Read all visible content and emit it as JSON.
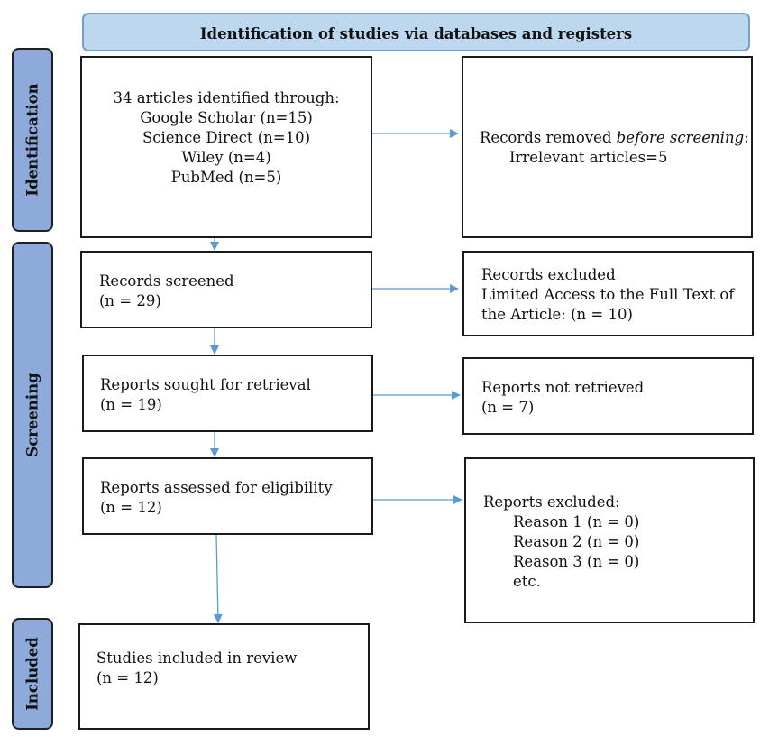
{
  "banner": {
    "title": "Identification of studies via databases and registers"
  },
  "stages": {
    "identification": "Identification",
    "screening": "Screening",
    "included": "Included"
  },
  "identified": {
    "lines": [
      "34 articles identified through:",
      "Google Scholar (n=15)",
      "Science Direct (n=10)",
      "Wiley (n=4)",
      "PubMed (n=5)"
    ]
  },
  "removed": {
    "prefix": "Records removed ",
    "emphasis": "before screening",
    "suffix": ":",
    "detail": "Irrelevant articles=5"
  },
  "screened": {
    "label": "Records screened",
    "count": "(n = 29)"
  },
  "excluded": {
    "lines": [
      "Records excluded",
      "Limited Access to the Full Text of",
      "the Article: (n = 10)"
    ]
  },
  "sought": {
    "label": "Reports sought for retrieval",
    "count": "(n = 19)"
  },
  "not_retrieved": {
    "label": "Reports not retrieved",
    "count": "(n = 7)"
  },
  "assessed": {
    "label": "Reports assessed for eligibility",
    "count": "(n = 12)"
  },
  "reports_excluded": {
    "title": "Reports excluded:",
    "reasons": [
      "Reason 1 (n = 0)",
      "Reason 2 (n = 0)",
      "Reason 3 (n = 0)",
      "etc."
    ]
  },
  "included": {
    "label": "Studies included in review",
    "count": "(n = 12)"
  },
  "colors": {
    "banner_fill": "#bdd7ee",
    "banner_border": "#6fa1cf",
    "stage_fill": "#8eaadb",
    "arrow": "#5b9bd5"
  }
}
